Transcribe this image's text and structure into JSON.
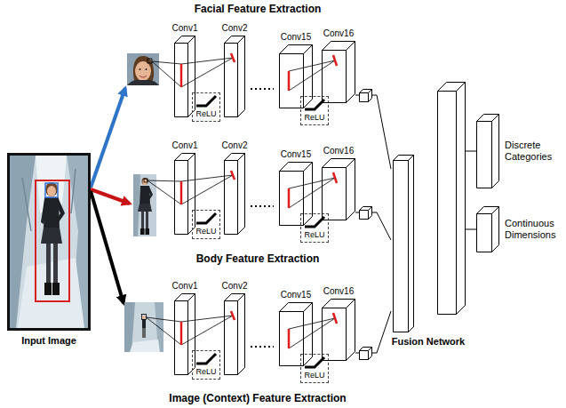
{
  "diagram": {
    "nodes": [
      {
        "text": [
          "Input Image"
        ]
      },
      {
        "text": [
          "Conv1"
        ]
      },
      {
        "text": [
          "ReLU"
        ]
      },
      {
        "text": [
          "Conv2"
        ]
      },
      {
        "text": [
          "Conv15"
        ]
      },
      {
        "text": [
          "ReLU"
        ]
      },
      {
        "text": [
          "Conv16"
        ]
      },
      {
        "text": [
          "Conv1"
        ]
      },
      {
        "text": [
          "ReLU"
        ]
      },
      {
        "text": [
          "Conv2"
        ]
      },
      {
        "text": [
          "Conv15"
        ]
      },
      {
        "text": [
          "ReLU"
        ]
      },
      {
        "text": [
          "Conv16"
        ]
      },
      {
        "text": [
          "Conv1"
        ]
      },
      {
        "text": [
          "ReLU"
        ]
      },
      {
        "text": [
          "Conv2"
        ]
      },
      {
        "text": [
          "Conv15"
        ]
      },
      {
        "text": [
          "ReLU"
        ]
      },
      {
        "text": [
          "Conv16"
        ]
      },
      {
        "text": [
          "Fusion Network"
        ]
      },
      {
        "text": [
          "Discrete Categories"
        ]
      },
      {
        "text": [
          "Continuous Dimensions"
        ]
      }
    ],
    "edges": [
      {
        "from": 6,
        "to": 19,
        "arrow": "none"
      },
      {
        "from": 12,
        "to": 19,
        "arrow": "none"
      },
      {
        "from": 18,
        "to": 19,
        "arrow": "none"
      },
      {
        "from": 19,
        "to": 20,
        "arrow": "none"
      },
      {
        "from": 19,
        "to": 21,
        "arrow": "none"
      }
    ],
    "labels": [
      "Facial Feature Extraction",
      "Body Feature Extraction",
      "Image (Context) Feature Extraction"
    ]
  }
}
